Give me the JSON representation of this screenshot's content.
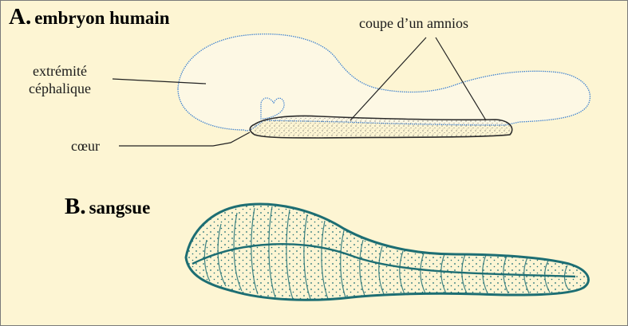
{
  "section_a": {
    "letter": "A.",
    "title": "embryon humain",
    "labels": {
      "extremite_line1": "extrémité",
      "extremite_line2": "céphalique",
      "coeur": "cœur",
      "amnios": "coupe d’un amnios"
    }
  },
  "section_b": {
    "letter": "B.",
    "title": "sangsue"
  },
  "colors": {
    "background": "#fdf5d3",
    "embryo_outline": "#3a7fd0",
    "leech_outline": "#1d6e73",
    "amnion_fill": "#e8e0c4",
    "leader_lines": "#222222"
  }
}
